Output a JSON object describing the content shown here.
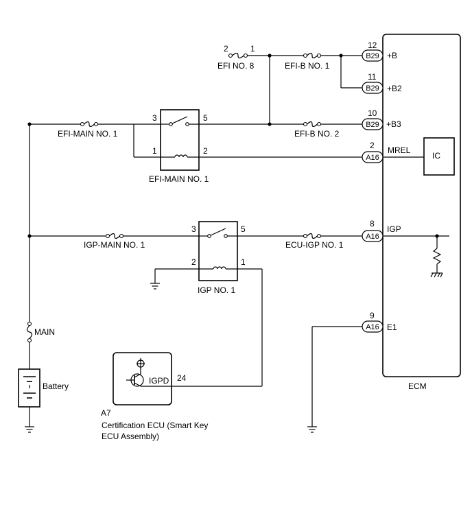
{
  "fuses": {
    "efi_no8": "EFI NO. 8",
    "efi_b_no1": "EFI-B NO. 1",
    "efi_b_no2": "EFI-B NO. 2",
    "efi_main_no1": "EFI-MAIN NO. 1",
    "igp_main_no1": "IGP-MAIN NO. 1",
    "ecu_igp_no1": "ECU-IGP NO. 1",
    "main": "MAIN"
  },
  "relays": {
    "efi_main": {
      "label": "EFI-MAIN NO. 1",
      "pins": [
        "3",
        "5",
        "1",
        "2"
      ]
    },
    "igp": {
      "label": "IGP NO. 1",
      "pins": [
        "3",
        "5",
        "2",
        "1"
      ]
    }
  },
  "fuse_pins": {
    "efi8_a": "2",
    "efi8_b": "1"
  },
  "ecm": {
    "label": "ECM",
    "ic_label": "IC",
    "terminals": [
      {
        "num": "12",
        "conn": "B29",
        "name": "+B"
      },
      {
        "num": "11",
        "conn": "B29",
        "name": "+B2"
      },
      {
        "num": "10",
        "conn": "B29",
        "name": "+B3"
      },
      {
        "num": "2",
        "conn": "A16",
        "name": "MREL"
      },
      {
        "num": "8",
        "conn": "A16",
        "name": "IGP"
      },
      {
        "num": "9",
        "conn": "A16",
        "name": "E1"
      }
    ]
  },
  "battery": {
    "label": "Battery"
  },
  "cert_ecu": {
    "code": "A7",
    "terminal_name": "IGPD",
    "terminal_num": "24",
    "name_line1": "Certification ECU (Smart Key",
    "name_line2": "ECU Assembly)"
  }
}
